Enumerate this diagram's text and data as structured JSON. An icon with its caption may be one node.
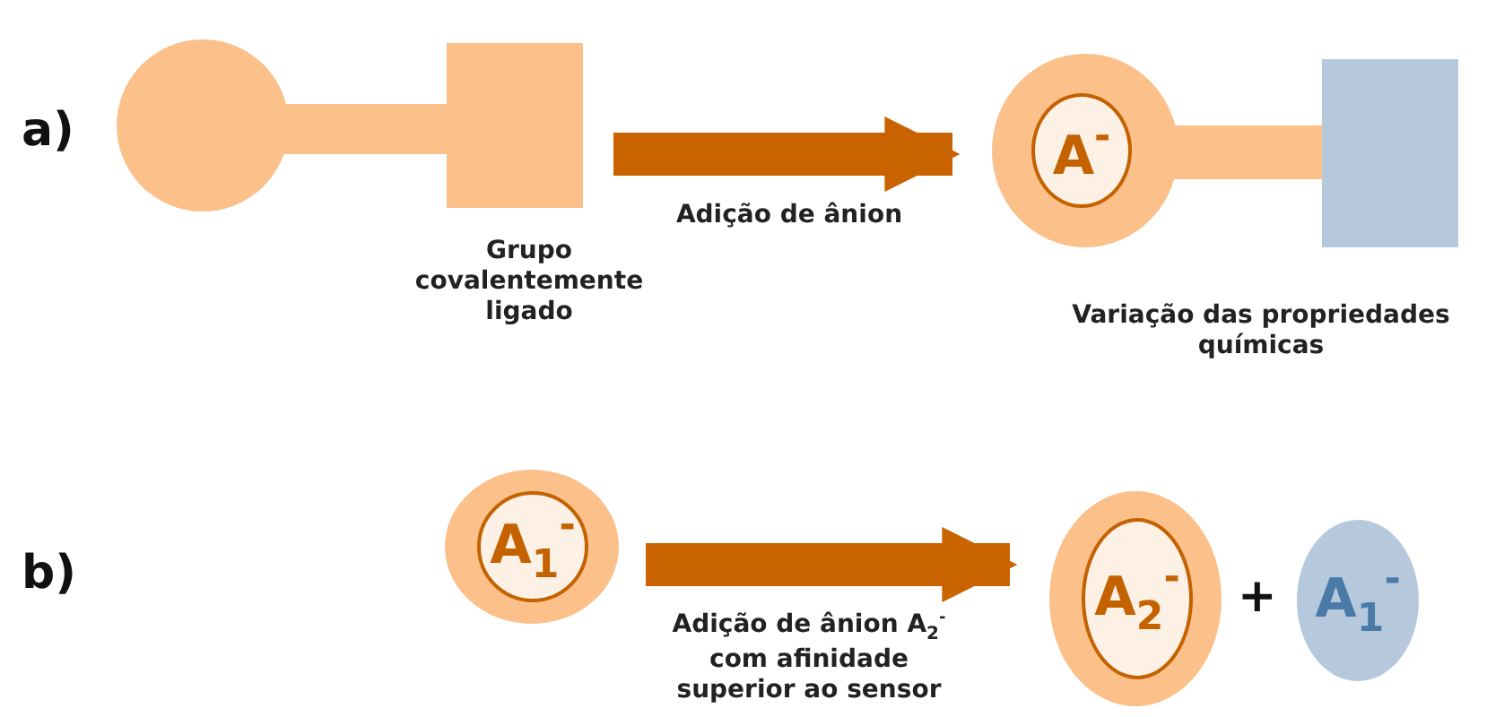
{
  "diagram": {
    "nodes": [
      {
        "text": [],
        "shape": "picture",
        "beside": [
          "Grupo covalentemente ligado"
        ]
      },
      {
        "text": [],
        "shape": "picture",
        "beside": [
          "Variação das propriedades químicas"
        ]
      },
      {
        "text": [
          "A$^{-}$"
        ],
        "in": 1
      },
      {
        "text": [],
        "shape": "circle"
      },
      {
        "text": [
          "A$_{1}$$^{-}$"
        ],
        "in": 3
      },
      {
        "text": [],
        "shape": "circle"
      },
      {
        "text": [
          "A$_{2}$$^{-}$"
        ],
        "in": 5
      },
      {
        "text": [
          "A$_{1}$$^{-}$"
        ]
      }
    ],
    "edges": [
      {
        "from": 0,
        "to": 1,
        "arrow": "to",
        "label": "Adição de ânion"
      },
      {
        "from": 3,
        "to": 5,
        "arrow": "to",
        "label": "Adição de ânion A$_{2}$$^{-}$ com afinidade superior ao sensor"
      }
    ],
    "labels": [
      "a)",
      "b)",
      "+"
    ]
  }
}
